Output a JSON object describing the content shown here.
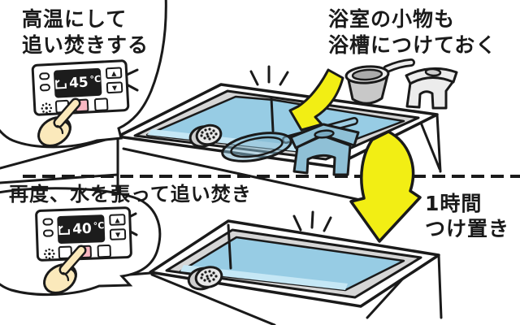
{
  "scene_top": {
    "caption": {
      "line1": "高温にして",
      "line2": "追い焚きする"
    },
    "items_note": {
      "line1": "浴室の小物も",
      "line2": "浴槽につけておく"
    },
    "panel": {
      "temperature": "45",
      "unit": "°C",
      "up_arrow": "▲",
      "down_arrow": "▼"
    }
  },
  "scene_bottom": {
    "caption": "再度、水を張って追い焚き",
    "soak_note": {
      "line1": "1時間",
      "line2": "つけ置き"
    },
    "panel": {
      "temperature": "40",
      "unit": "°C",
      "up_arrow": "▲",
      "down_arrow": "▼"
    }
  },
  "icons": [
    "bathtub-display-icon",
    "sparkle-icon",
    "drain-cover-icon",
    "wash-bowl-icon",
    "bath-stool-icon",
    "pail-icon",
    "pointing-hand-icon",
    "yellow-arrow-icon"
  ],
  "colors": {
    "line": "#1a1a1a",
    "water": "#97cce4",
    "waterlight": "#c5e7f5",
    "wall": "#d6d6d6",
    "underwater": "#8fc0d6",
    "underdark": "#79aac2",
    "yellow": "#f2ee14",
    "pink": "#f8b7c2",
    "skin": "#fbe9bb",
    "grayitem": "#ececec",
    "graydark": "#c8c8c8",
    "display": "#1c1c1c"
  }
}
